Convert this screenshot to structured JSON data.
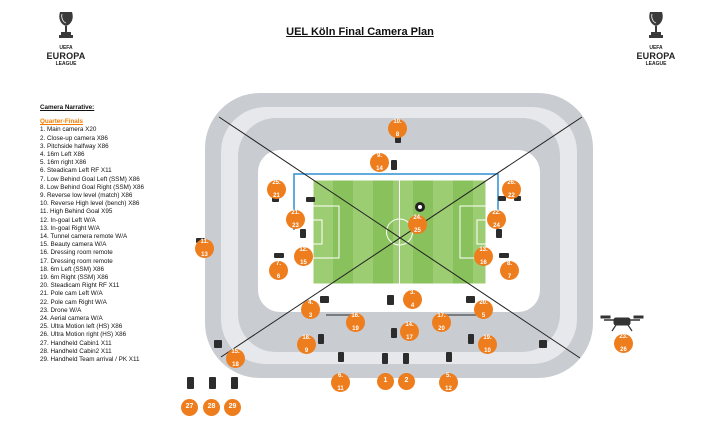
{
  "title": "UEL Köln Final Camera Plan",
  "logo": {
    "top_text": "UEFA",
    "main_text": "EUROPA",
    "sub_text": "LEAGUE"
  },
  "narrative": {
    "heading": "Camera Narrative:",
    "subheading": "Quarter-Finals",
    "items": [
      "1. Main camera X20",
      "2. Close-up camera X86",
      "3. Pitchside halfway X86",
      "4. 16m Left X86",
      "5. 16m right X86",
      "6. Steadicam Left RF X11",
      "7. Low Behind Goal Left (SSM) X86",
      "8. Low Behind Goal Right (SSM) X86",
      "9. Reverse low level (match) X86",
      "10. Reverse High level (bench) X86",
      "11. High Behind Goal X95",
      "12. In-goal Left W/A",
      "13. In-goal Right W/A",
      "14. Tunnel camera remote W/A",
      "15. Beauty camera W/A",
      "16. Dressing room remote",
      "17. Dressing room remote",
      "18. 6m Left (SSM) X86",
      "19. 6m Right (SSM) X86",
      "20. Steadicam Right RF X11",
      "21. Pole cam Left W/A",
      "22. Pole cam Right W/A",
      "23. Drone W/A",
      "24. Aerial camera W/A",
      "25. Ultra Motion left (HS) X86",
      "26. Ultra Motion right (HS) X86",
      "27. Handheld Cabin1 X11",
      "28. Handheld Cabin2 X11",
      "29. Handheld Team arrival / PK X11"
    ]
  },
  "badges": [
    {
      "l1": "10.",
      "l2": "8"
    },
    {
      "l1": "9.",
      "l2": "14"
    },
    {
      "l1": "25.",
      "l2": "21"
    },
    {
      "l1": "26.",
      "l2": "22"
    },
    {
      "l1": "21.",
      "l2": "23"
    },
    {
      "l1": "22.",
      "l2": "24"
    },
    {
      "l1": "24.",
      "l2": "25"
    },
    {
      "l1": "11.",
      "l2": "13"
    },
    {
      "l1": "12.",
      "l2": "15"
    },
    {
      "l1": "13.",
      "l2": "16"
    },
    {
      "l1": "7.",
      "l2": "6"
    },
    {
      "l1": "8.",
      "l2": "7"
    },
    {
      "l1": "3.",
      "l2": "4"
    },
    {
      "l1": "4.",
      "l2": "3"
    },
    {
      "l1": "20.",
      "l2": "5"
    },
    {
      "l1": "16.",
      "l2": "19"
    },
    {
      "l1": "17.",
      "l2": "20"
    },
    {
      "l1": "14.",
      "l2": "17"
    },
    {
      "l1": "18.",
      "l2": "9"
    },
    {
      "l1": "19.",
      "l2": "10"
    },
    {
      "l1": "15.",
      "l2": "18"
    },
    {
      "l1": "23.",
      "l2": "26"
    },
    {
      "l1": "6.",
      "l2": "11"
    },
    {
      "l1": "5.",
      "l2": "12"
    },
    {
      "l1": "1",
      "l2": ""
    },
    {
      "l1": "2",
      "l2": ""
    },
    {
      "l1": "27",
      "l2": ""
    },
    {
      "l1": "28",
      "l2": ""
    },
    {
      "l1": "29",
      "l2": ""
    }
  ],
  "colors": {
    "badge": "#ee7d1e",
    "pitch_light": "#9ccd72",
    "pitch_dark": "#87c05a",
    "stand": "#c9ccd1",
    "stand_light": "#e3e5e9"
  }
}
